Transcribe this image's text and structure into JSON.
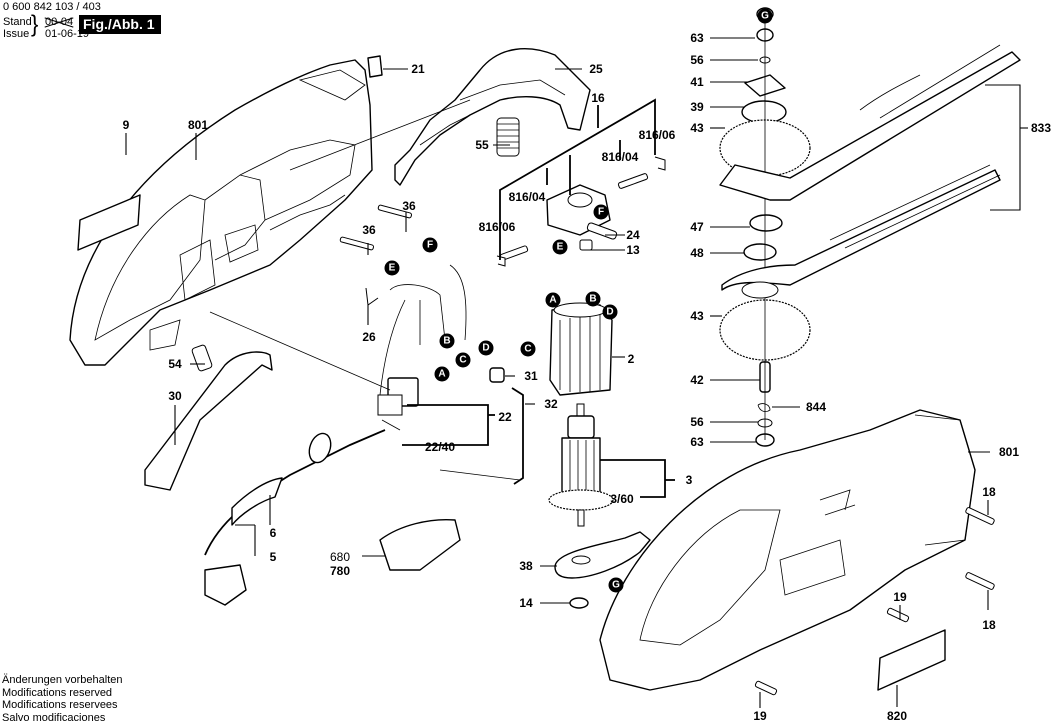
{
  "header": {
    "part_number": "0 600 842 103 / 403",
    "stand_label": "Stand",
    "issue_label": "Issue",
    "stand_old_date": "00-04",
    "issue_date": "01-06-19",
    "figure_label": "Fig./Abb. 1"
  },
  "footer_notes": [
    "Änderungen vorbehalten",
    "Modifications reserved",
    "Modifications reservees",
    "Salvo modificaciones"
  ],
  "part_labels": [
    {
      "id": "9",
      "text": "9"
    },
    {
      "id": "801-left",
      "text": "801"
    },
    {
      "id": "21",
      "text": "21"
    },
    {
      "id": "25",
      "text": "25"
    },
    {
      "id": "16",
      "text": "16"
    },
    {
      "id": "55",
      "text": "55"
    },
    {
      "id": "816-06-top",
      "text": "816/06"
    },
    {
      "id": "816-04-top",
      "text": "816/04"
    },
    {
      "id": "816-04-left",
      "text": "816/04"
    },
    {
      "id": "816-06-left",
      "text": "816/06"
    },
    {
      "id": "24",
      "text": "24"
    },
    {
      "id": "13",
      "text": "13"
    },
    {
      "id": "36-a",
      "text": "36"
    },
    {
      "id": "36-b",
      "text": "36"
    },
    {
      "id": "26",
      "text": "26"
    },
    {
      "id": "54",
      "text": "54"
    },
    {
      "id": "30",
      "text": "30"
    },
    {
      "id": "31",
      "text": "31"
    },
    {
      "id": "32",
      "text": "32"
    },
    {
      "id": "22",
      "text": "22"
    },
    {
      "id": "22-40",
      "text": "22/40"
    },
    {
      "id": "2",
      "text": "2"
    },
    {
      "id": "3",
      "text": "3"
    },
    {
      "id": "3-60",
      "text": "3/60"
    },
    {
      "id": "6",
      "text": "6"
    },
    {
      "id": "5",
      "text": "5"
    },
    {
      "id": "680",
      "text": "680"
    },
    {
      "id": "780",
      "text": "780"
    },
    {
      "id": "38",
      "text": "38"
    },
    {
      "id": "14",
      "text": "14"
    },
    {
      "id": "63-top",
      "text": "63"
    },
    {
      "id": "56-top",
      "text": "56"
    },
    {
      "id": "41",
      "text": "41"
    },
    {
      "id": "39",
      "text": "39"
    },
    {
      "id": "43-top",
      "text": "43"
    },
    {
      "id": "833",
      "text": "833"
    },
    {
      "id": "47",
      "text": "47"
    },
    {
      "id": "48",
      "text": "48"
    },
    {
      "id": "43-bottom",
      "text": "43"
    },
    {
      "id": "42",
      "text": "42"
    },
    {
      "id": "844",
      "text": "844"
    },
    {
      "id": "56-bottom",
      "text": "56"
    },
    {
      "id": "63-bottom",
      "text": "63"
    },
    {
      "id": "801-right",
      "text": "801"
    },
    {
      "id": "18-a",
      "text": "18"
    },
    {
      "id": "18-b",
      "text": "18"
    },
    {
      "id": "19-a",
      "text": "19"
    },
    {
      "id": "19-b",
      "text": "19"
    },
    {
      "id": "820",
      "text": "820"
    }
  ],
  "connector_markers": [
    {
      "id": "G-top",
      "text": "G"
    },
    {
      "id": "F-brush",
      "text": "F"
    },
    {
      "id": "E-brush",
      "text": "E"
    },
    {
      "id": "F-wire",
      "text": "F"
    },
    {
      "id": "E-wire",
      "text": "E"
    },
    {
      "id": "B-wire",
      "text": "B"
    },
    {
      "id": "C-wire",
      "text": "C"
    },
    {
      "id": "D-wire",
      "text": "D"
    },
    {
      "id": "A-wire",
      "text": "A"
    },
    {
      "id": "A-stator",
      "text": "A"
    },
    {
      "id": "B-stator",
      "text": "B"
    },
    {
      "id": "D-stator",
      "text": "D"
    },
    {
      "id": "C-stator",
      "text": "C"
    },
    {
      "id": "G-plate",
      "text": "G"
    }
  ]
}
